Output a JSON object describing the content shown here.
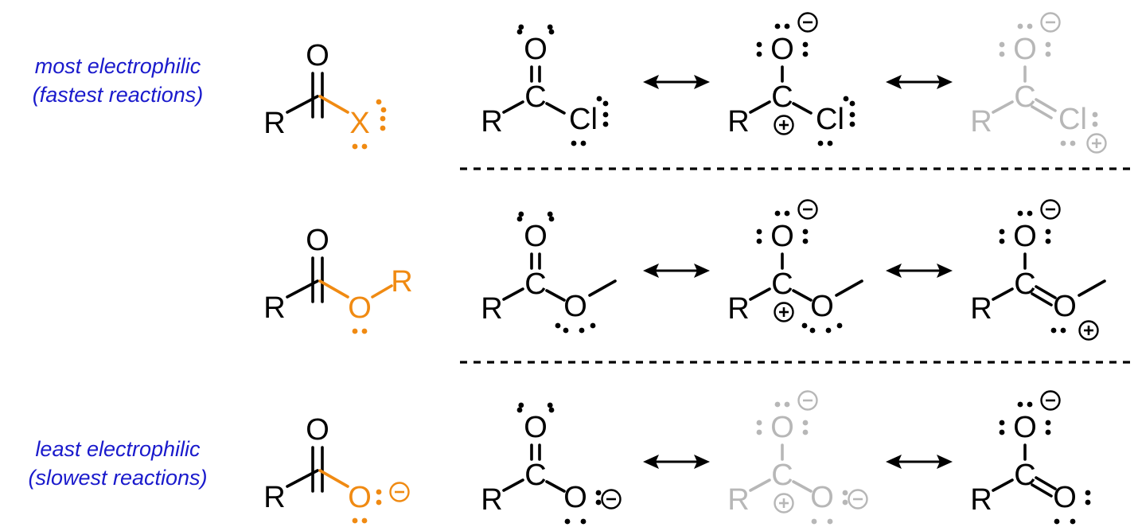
{
  "labels": {
    "top_line1": "most electrophilic",
    "top_line2": "(fastest reactions)",
    "bottom_line1": "least electrophilic",
    "bottom_line2": "(slowest reactions)"
  },
  "atoms": {
    "r": "R",
    "o": "O",
    "c": "C",
    "x": "X",
    "cl": "Cl"
  },
  "colors": {
    "label": "#1a1acc",
    "highlight": "#f08a12",
    "faded": "#b7b7b7",
    "ink": "#000000"
  },
  "icons": {
    "resonance_arrow": "double-headed-arrow-icon",
    "plus": "positive-charge-icon",
    "minus": "negative-charge-icon",
    "lone_pair": "lone-pair-dots-icon"
  }
}
